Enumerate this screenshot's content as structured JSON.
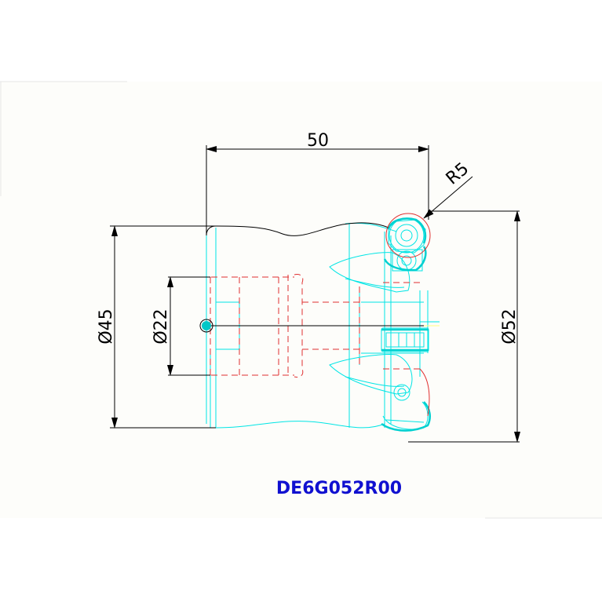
{
  "drawing": {
    "part_number": "DE6G052R00",
    "dimensions": {
      "length": "50",
      "radius": "R5",
      "shank_diameter": "Ø45",
      "bore_diameter": "Ø22",
      "cutting_diameter": "Ø52"
    }
  },
  "colors": {
    "background": "#fdfdfa",
    "dimension_lines": "#000000",
    "outline": "#00e5e5",
    "hidden_lines": "#e03030",
    "part_number": "#1010d0",
    "center_mark": "#00c8c8"
  }
}
